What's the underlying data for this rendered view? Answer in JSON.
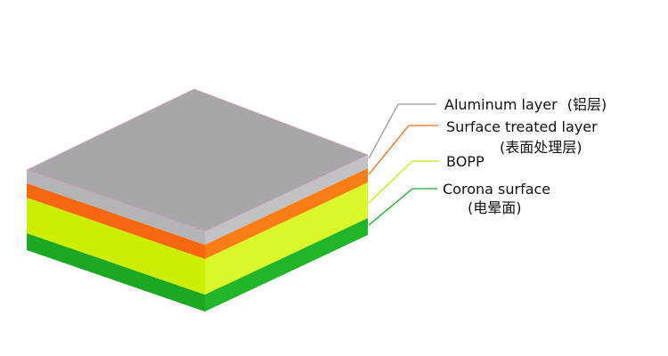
{
  "layers": [
    {
      "key": "aluminum",
      "name": "Aluminum layer",
      "name_cn": "(铝层)",
      "colors": {
        "top": "#a7a7a9",
        "front": "#b4b4b6",
        "side": "#c2c2c4",
        "leader": "#9a9a9c"
      }
    },
    {
      "key": "surface_treated",
      "name": "Surface treated layer",
      "name_cn": "(表面处理层)",
      "colors": {
        "front": "#f5680f",
        "side": "#f77d14",
        "leader": "#f06a10"
      }
    },
    {
      "key": "bopp",
      "name": "BOPP",
      "name_cn": "",
      "colors": {
        "front": "#cbee03",
        "side": "#d9f72a",
        "leader": "#c6e81a"
      }
    },
    {
      "key": "corona",
      "name": "Corona surface",
      "name_cn": "(电晕面)",
      "colors": {
        "front": "#1ca823",
        "side": "#22b52a",
        "leader": "#1ea82a"
      }
    }
  ]
}
